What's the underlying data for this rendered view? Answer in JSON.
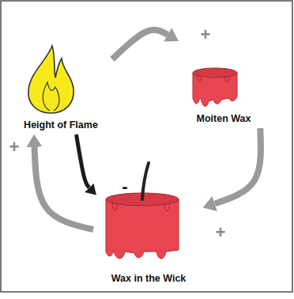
{
  "diagram": {
    "nodes": [
      {
        "text": [
          "Height of Flame"
        ]
      },
      {
        "text": [
          "Moiten Wax"
        ]
      },
      {
        "text": [
          "Wax in the Wick"
        ]
      }
    ],
    "edges": [
      {
        "from": 0,
        "to": 1,
        "arrow": "to",
        "label": "+"
      },
      {
        "from": 1,
        "to": 2,
        "arrow": "to",
        "label": "+"
      },
      {
        "from": 2,
        "to": 0,
        "arrow": "to",
        "label": "+"
      },
      {
        "from": 0,
        "to": 2,
        "arrow": "to",
        "label": "-"
      }
    ]
  }
}
